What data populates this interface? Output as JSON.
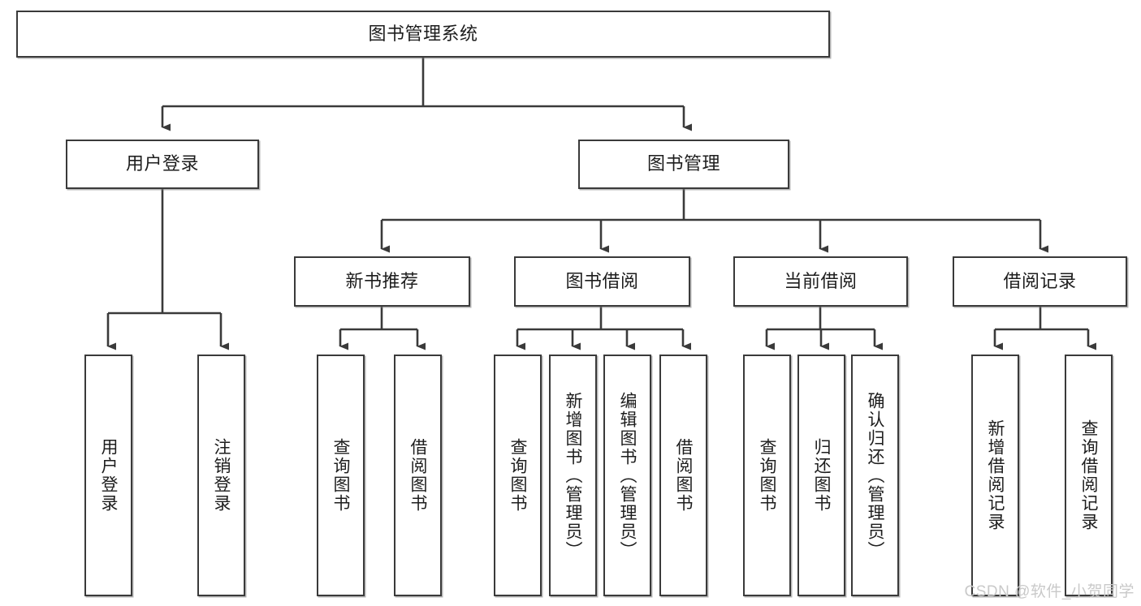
{
  "diagram": {
    "title": "图书管理系统",
    "type": "hierarchy-tree",
    "stroke_color": "#3a3a3a",
    "fill_color": "#ffffff",
    "text_color": "#1d1d1d",
    "watermark": "CSDN @软件_小贺同学",
    "levels": {
      "root": {
        "label": "图书管理系统"
      },
      "level2": [
        {
          "label": "用户登录"
        },
        {
          "label": "图书管理"
        }
      ],
      "level3": [
        {
          "label": "新书推荐"
        },
        {
          "label": "图书借阅"
        },
        {
          "label": "当前借阅"
        },
        {
          "label": "借阅记录"
        }
      ],
      "leaves": {
        "user_login": [
          {
            "label": "用户登录"
          },
          {
            "label": "注销登录"
          }
        ],
        "new_book_recommend": [
          {
            "label": "查询图书"
          },
          {
            "label": "借阅图书"
          }
        ],
        "book_borrow": [
          {
            "label": "查询图书"
          },
          {
            "label": "新增图书（管理员）"
          },
          {
            "label": "编辑图书（管理员）"
          },
          {
            "label": "借阅图书"
          }
        ],
        "current_borrow": [
          {
            "label": "查询图书"
          },
          {
            "label": "归还图书"
          },
          {
            "label": "确认归还（管理员）"
          }
        ],
        "borrow_record": [
          {
            "label": "新增借阅记录"
          },
          {
            "label": "查询借阅记录"
          }
        ]
      }
    }
  }
}
